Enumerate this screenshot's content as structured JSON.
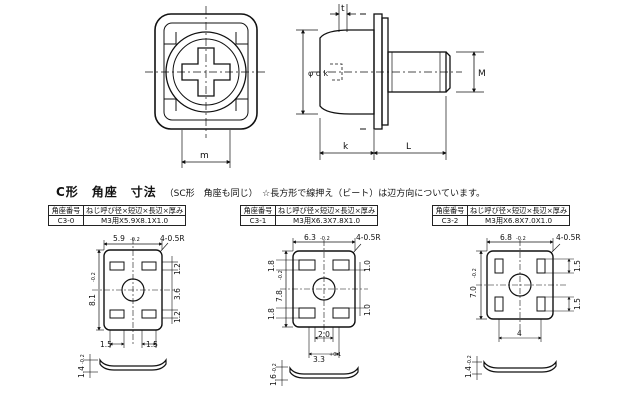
{
  "top_labels": {
    "t": "t",
    "phi_d_k": "φ d k",
    "m_top": "m",
    "M": "M",
    "k": "k",
    "L": "L"
  },
  "heading": {
    "title_main": "C形　角座　寸法",
    "title_note": "（SC形　角座も同じ）　☆長方形で線押え（ビート）は辺方向についています。"
  },
  "tables": [
    {
      "h1": "角座番号",
      "h2": "ねじ呼び径×短辺×長辺×厚み",
      "v1": "C3-0",
      "v2": "M3用X5.9X8.1X1.0"
    },
    {
      "h1": "角座番号",
      "h2": "ねじ呼び径×短辺×長辺×厚み",
      "v1": "C3-1",
      "v2": "M3用X6.3X7.8X1.0"
    },
    {
      "h1": "角座番号",
      "h2": "ねじ呼び径×短辺×長辺×厚み",
      "v1": "C3-2",
      "v2": "M3用X6.8X7.0X1.0"
    }
  ],
  "c30": {
    "width": "5.9",
    "width_tol": "-0.2",
    "radius": "4-0.5R",
    "height": "8.1",
    "height_tol": "-0.2",
    "d1": "1.2",
    "d2": "3.6",
    "d3": "1.2",
    "b1": "1.5",
    "b2": "1.5",
    "thick": "1.4",
    "thick_tol": "-0.2"
  },
  "c31": {
    "width": "6.3",
    "width_tol": "-0.2",
    "radius": "4-0.5R",
    "height": "7.8",
    "height_tol": "-0.2",
    "l1": "1.8",
    "l2": "1.8",
    "r1": "1.0",
    "r2": "1.0",
    "b1": "2.0",
    "b2": "3.3",
    "b2_tol": "+0.1",
    "thick": "1.6",
    "thick_tol": "-0.2"
  },
  "c32": {
    "width": "6.8",
    "width_tol": "-0.2",
    "radius": "4-0.5R",
    "height": "7.0",
    "height_tol": "-0.2",
    "r1": "1.5",
    "r2": "1.5",
    "b1": "4",
    "thick": "1.4",
    "thick_tol": "-0.2"
  }
}
